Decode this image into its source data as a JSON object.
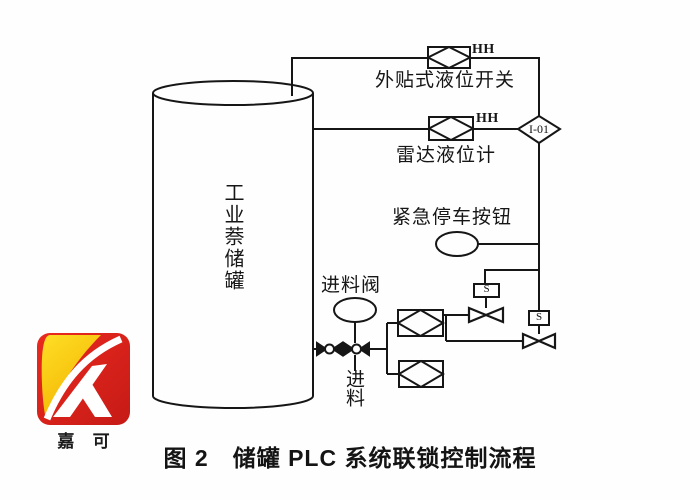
{
  "figure": {
    "caption": "图 2　储罐 PLC 系统联锁控制流程"
  },
  "diagram": {
    "tank_label": "工业萘储罐",
    "labels": {
      "level_switch": "外贴式液位开关",
      "radar_gauge": "雷达液位计",
      "estop": "紧急停车按钮",
      "feed_valve": "进料阀",
      "feed": "进料"
    },
    "tags": {
      "hh_switch": "HH",
      "hh_radar": "HH",
      "interlock": "I-01",
      "solenoid1": "S",
      "solenoid2": "S"
    },
    "colors": {
      "line": "#161616"
    }
  },
  "logo": {
    "text": "嘉 可",
    "red": "#d8251c",
    "yellow": "#f6c400"
  }
}
